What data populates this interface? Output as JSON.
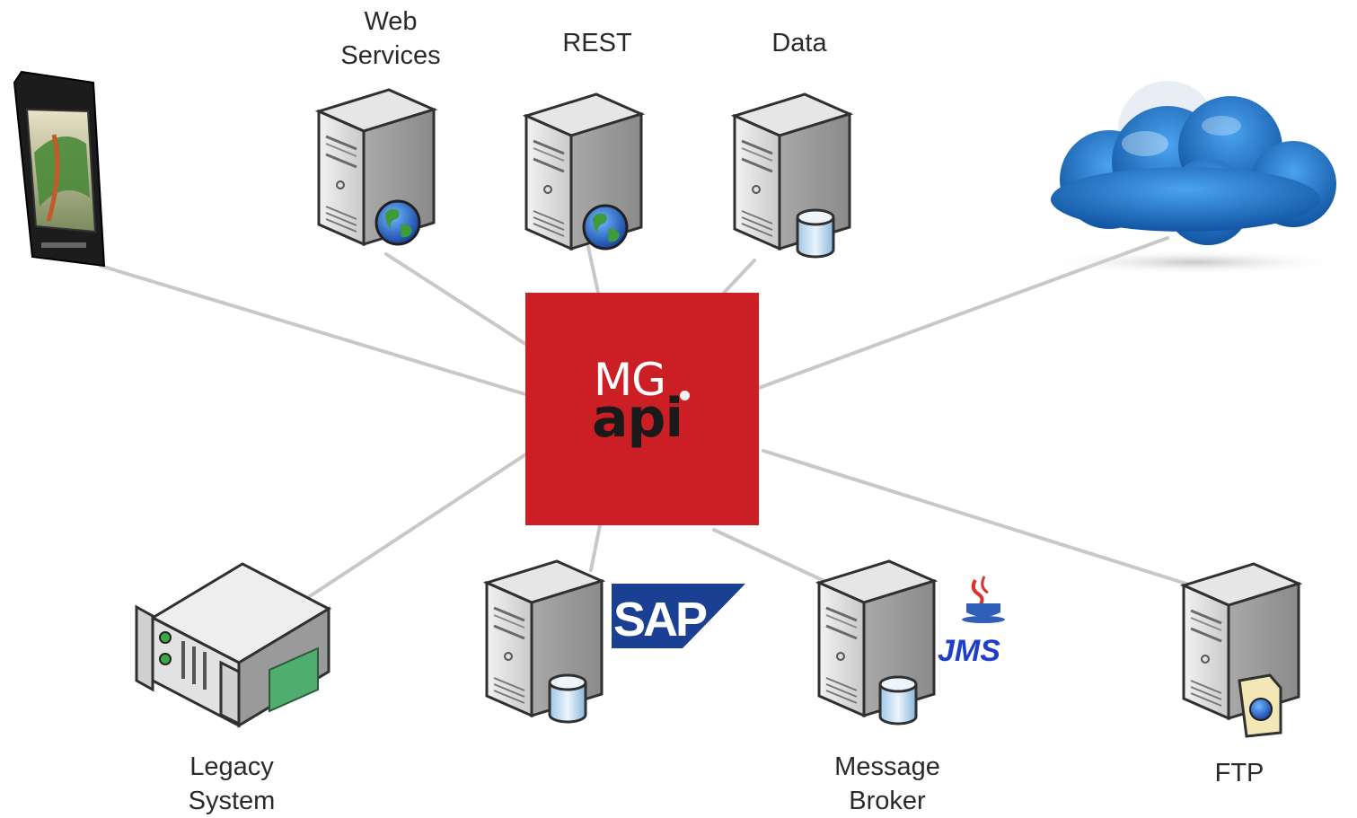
{
  "hub": {
    "line1": "MG",
    "line2": "api",
    "color": "#cc1f25"
  },
  "nodes": {
    "mobile": {
      "icon": "smartphone-icon"
    },
    "web_services": {
      "label_line1": "Web",
      "label_line2": "Services",
      "icon": "server-globe-icon"
    },
    "rest": {
      "label": "REST",
      "icon": "server-globe-icon"
    },
    "data": {
      "label": "Data",
      "icon": "server-database-icon"
    },
    "cloud": {
      "icon": "cloud-icon"
    },
    "legacy": {
      "label_line1": "Legacy",
      "label_line2": "System",
      "icon": "legacy-hardware-icon"
    },
    "sap": {
      "logo_text": "SAP",
      "icon": "server-database-icon"
    },
    "message_broker": {
      "label_line1": "Message",
      "label_line2": "Broker",
      "logo_text": "JMS",
      "icon": "server-database-icon"
    },
    "ftp": {
      "label": "FTP",
      "icon": "server-document-icon"
    }
  },
  "colors": {
    "connector": "#c8c8c8",
    "server_body": "#d9d9d9",
    "sap_blue": "#1b3f93",
    "jms_blue": "#1f3fc9",
    "cloud_blue": "#1a6fc4"
  }
}
